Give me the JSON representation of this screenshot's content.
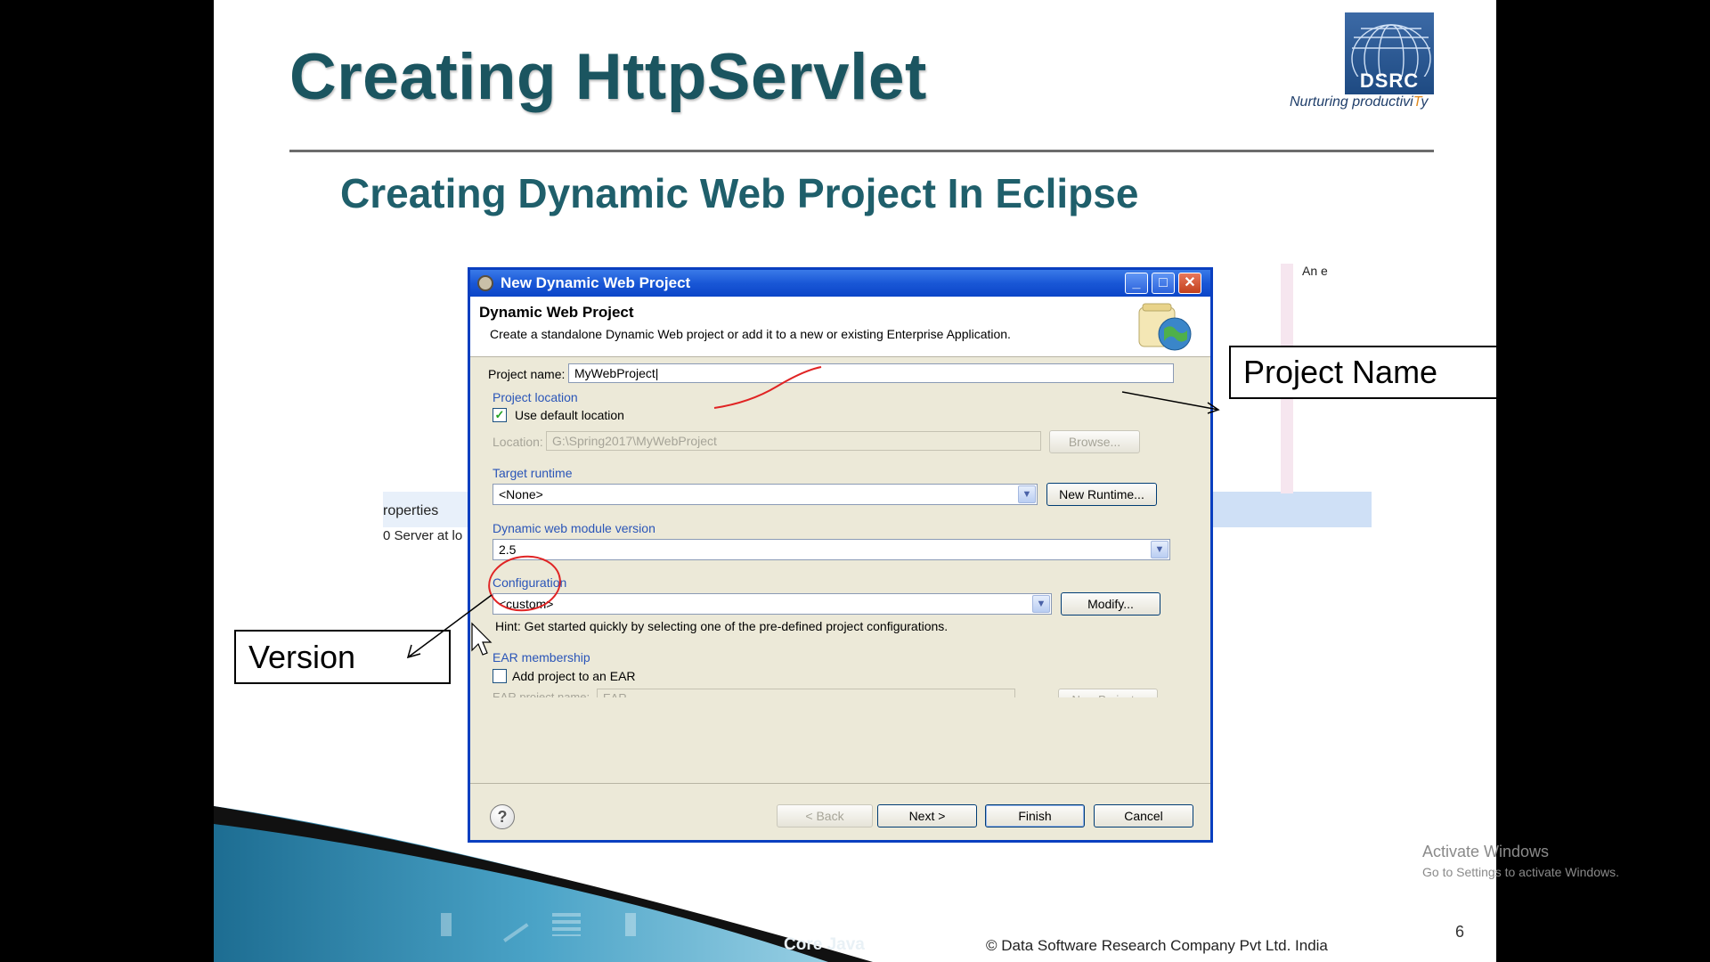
{
  "slide": {
    "title": "Creating HttpServlet",
    "subtitle": "Creating Dynamic Web Project In Eclipse",
    "logo_text": "DSRC",
    "tagline_main": "Nurturing productivi",
    "tagline_accent": "T",
    "tagline_end": "y",
    "footer_left": "Core Java",
    "footer_right": "© Data Software Research Company Pvt Ltd. India",
    "page_number": "6"
  },
  "background_fragments": {
    "properties_tab": "roperties",
    "server_text": "0 Server at lo",
    "top_right_text": "An e"
  },
  "dialog": {
    "title": "New Dynamic Web Project",
    "header_title": "Dynamic Web Project",
    "header_desc": "Create a standalone Dynamic Web project or add it to a new or existing Enterprise Application.",
    "project_name_label": "Project name:",
    "project_name_value": "MyWebProject",
    "project_location_group": "Project location",
    "use_default_location_label": "Use default location",
    "use_default_location_checked": true,
    "location_label": "Location:",
    "location_value": "G:\\Spring2017\\MyWebProject",
    "browse_label": "Browse...",
    "target_runtime_group": "Target runtime",
    "target_runtime_value": "<None>",
    "new_runtime_label": "New Runtime...",
    "module_version_group": "Dynamic web module version",
    "module_version_value": "2.5",
    "configuration_group": "Configuration",
    "configuration_value": "<custom>",
    "modify_label": "Modify...",
    "hint_text": "Hint: Get started quickly by selecting one of the pre-defined project configurations.",
    "ear_group": "EAR membership",
    "add_to_ear_label": "Add project to an EAR",
    "add_to_ear_checked": false,
    "ear_project_label": "EAR project name:",
    "ear_project_value": "EAR",
    "new_project_label": "New Project...",
    "back_label": "< Back",
    "next_label": "Next >",
    "finish_label": "Finish",
    "cancel_label": "Cancel"
  },
  "callouts": {
    "project_name": "Project Name",
    "version": "Version"
  },
  "windows_watermark": {
    "line1": "Activate Windows",
    "line2": "Go to Settings to activate Windows."
  },
  "colors": {
    "title": "#1b5560",
    "subtitle": "#1f5f6b",
    "dialog_titlebar": "#1957d6",
    "group_label": "#2a55b8",
    "annotation_red": "#e02424"
  },
  "icons": {
    "dialog_app": "eclipse-icon",
    "header": "web-project-globe-icon",
    "help": "help-icon",
    "logo": "dsrc-globe-logo"
  }
}
